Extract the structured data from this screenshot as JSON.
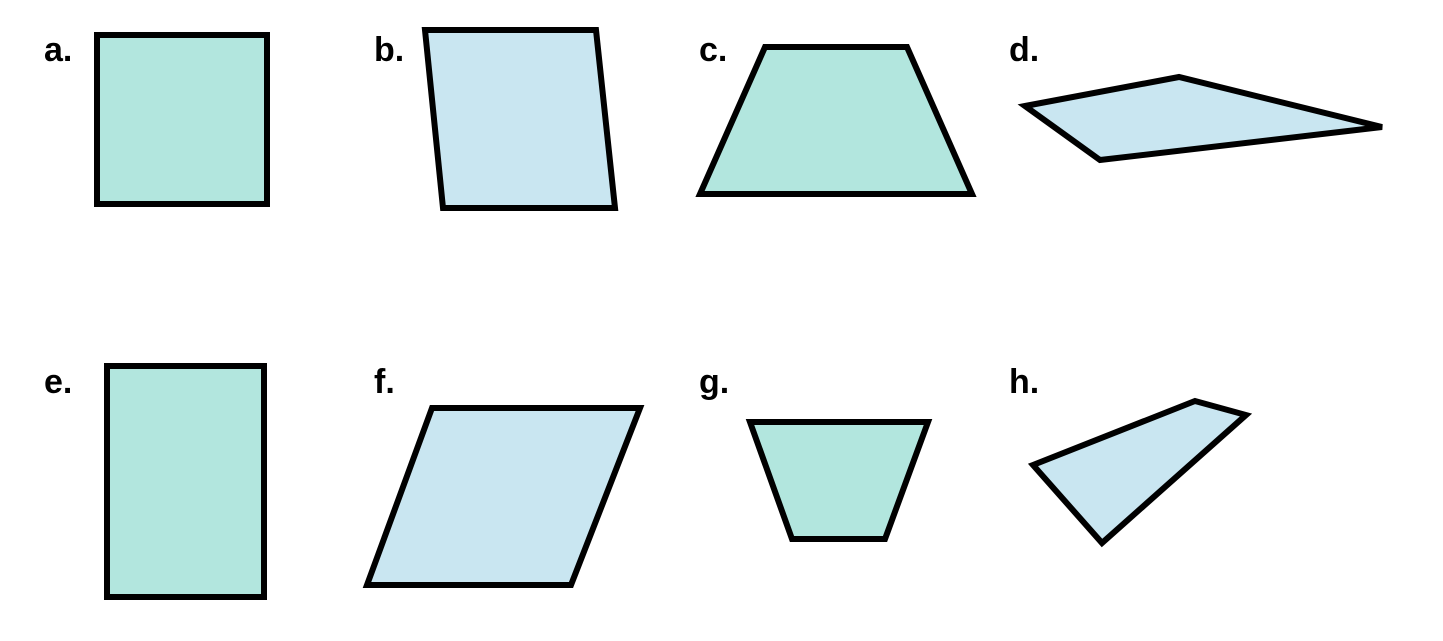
{
  "labels": {
    "a": "a.",
    "b": "b.",
    "c": "c.",
    "d": "d.",
    "e": "e.",
    "f": "f.",
    "g": "g.",
    "h": "h."
  },
  "colors": {
    "green_fill": "#b2e6de",
    "blue_fill": "#c9e6f1",
    "outline": "#000000"
  }
}
